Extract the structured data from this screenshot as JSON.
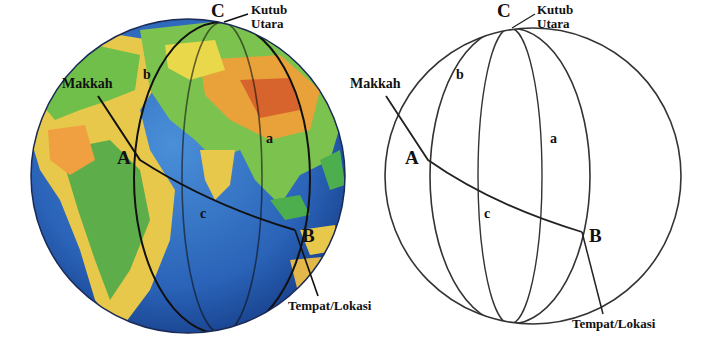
{
  "diagram": {
    "labels": [
      "C",
      "Kutub Utara",
      "Makkah",
      "b",
      "a",
      "A",
      "c",
      "B",
      "Tempat/Lokasi",
      "C",
      "Kutub Utara",
      "Makkah",
      "b",
      "a",
      "A",
      "c",
      "B",
      "Tempat/Lokasi"
    ]
  }
}
